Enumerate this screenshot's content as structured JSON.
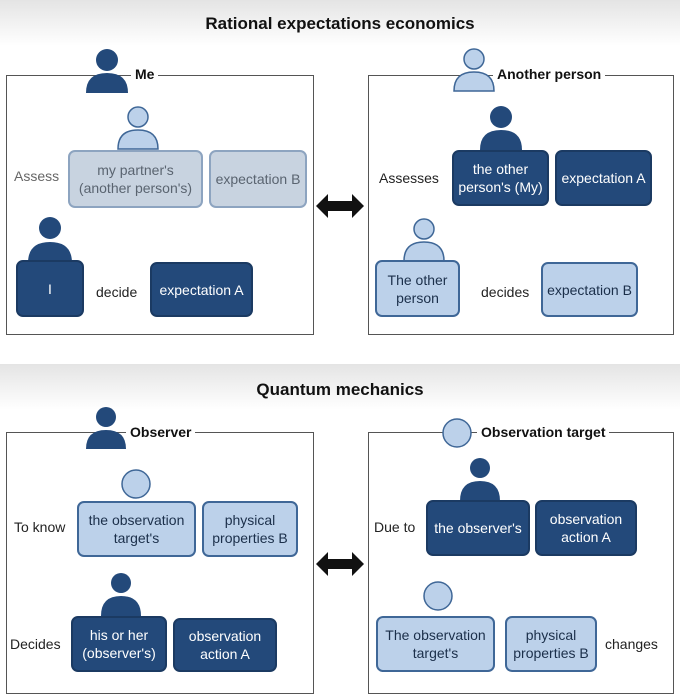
{
  "sections": {
    "rational": {
      "title": "Rational expectations economics",
      "left": {
        "label": "Me",
        "verb1": "Assess",
        "box1": "my partner's (another person's)",
        "box2": "expectation B",
        "subject": "I",
        "verb2": "decide",
        "box3": "expectation A"
      },
      "right": {
        "label": "Another person",
        "verb1": "Assesses",
        "box1": "the other person's (My)",
        "box2": "expectation A",
        "subject": "The other person",
        "verb2": "decides",
        "box3": "expectation B"
      }
    },
    "quantum": {
      "title": "Quantum mechanics",
      "left": {
        "label": "Observer",
        "verb1": "To know",
        "box1": "the observation target's",
        "box2": "physical properties B",
        "verb2": "Decides",
        "box3": "his or her (observer's)",
        "box4": "observation action A"
      },
      "right": {
        "label": "Observation target",
        "verb1": "Due to",
        "box1": "the observer's",
        "box2": "observation action A",
        "box3": "The observation target's",
        "box4": "physical properties B",
        "verb2": "changes"
      }
    }
  },
  "icons": {
    "me": "person-dark-icon",
    "another": "person-light-icon",
    "observer": "person-dark-icon",
    "target": "circle-icon",
    "arrow": "double-arrow-icon"
  },
  "colors": {
    "dark": "#23497a",
    "light": "#bcd1ea",
    "outline": "#3f6797"
  }
}
